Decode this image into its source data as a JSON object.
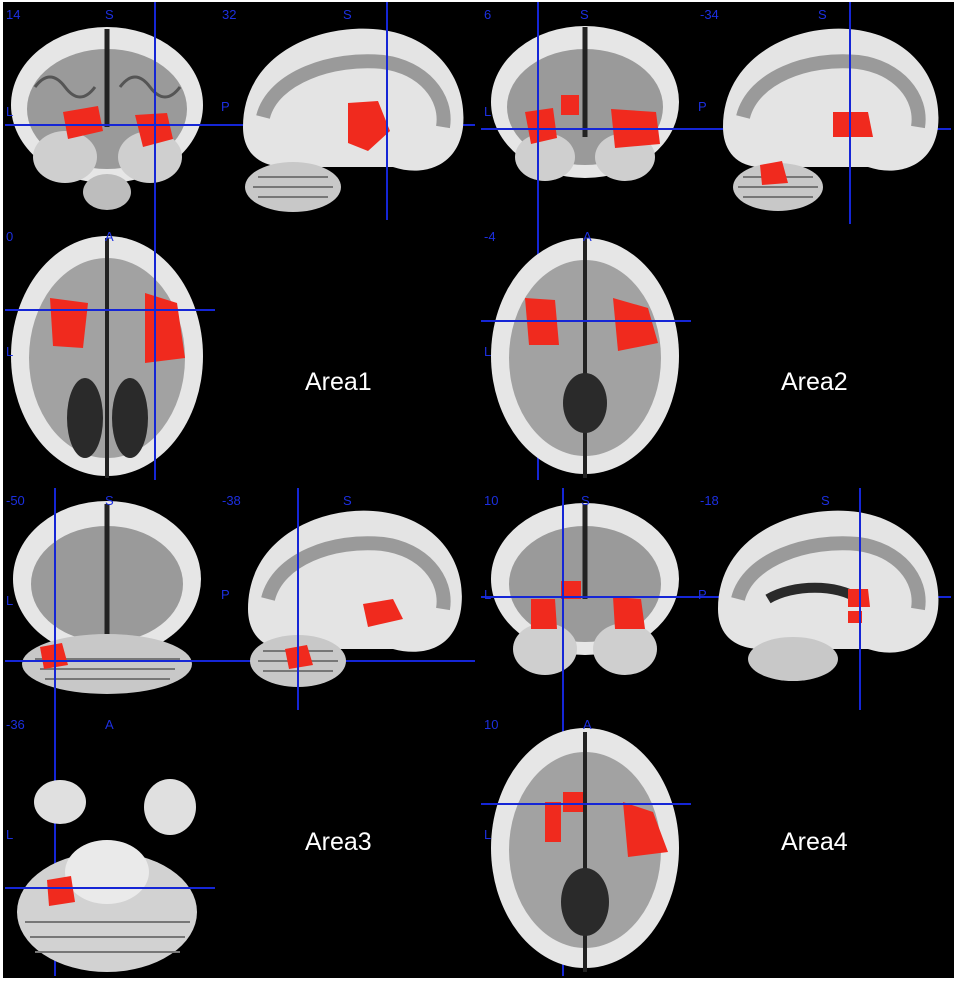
{
  "figure": {
    "areas": [
      {
        "label": "Area1",
        "panels": [
          {
            "view": "coronal",
            "slice": "14",
            "top": "S",
            "side": "L"
          },
          {
            "view": "sagittal",
            "slice": "32",
            "top": "S",
            "side": "P"
          },
          {
            "view": "axial",
            "slice": "0",
            "top": "A",
            "side": "L"
          }
        ]
      },
      {
        "label": "Area2",
        "panels": [
          {
            "view": "coronal",
            "slice": "6",
            "top": "S",
            "side": "L"
          },
          {
            "view": "sagittal",
            "slice": "-34",
            "top": "S",
            "side": "P"
          },
          {
            "view": "axial",
            "slice": "-4",
            "top": "A",
            "side": "L"
          }
        ]
      },
      {
        "label": "Area3",
        "panels": [
          {
            "view": "coronal",
            "slice": "-50",
            "top": "S",
            "side": "L"
          },
          {
            "view": "sagittal",
            "slice": "-38",
            "top": "S",
            "side": "P"
          },
          {
            "view": "axial",
            "slice": "-36",
            "top": "A",
            "side": "L"
          }
        ]
      },
      {
        "label": "Area4",
        "panels": [
          {
            "view": "coronal",
            "slice": "10",
            "top": "S",
            "side": "L"
          },
          {
            "view": "sagittal",
            "slice": "-18",
            "top": "S",
            "side": "P"
          },
          {
            "view": "axial",
            "slice": "10",
            "top": "A",
            "side": "L"
          }
        ]
      }
    ],
    "colors": {
      "background": "#000000",
      "crosshair": "#1526d6",
      "annotation": "#1c2fe0",
      "activation": "#f02a1e",
      "brain_white": "#e8e8e8",
      "brain_grey": "#8c8c8c",
      "area_label": "#ffffff"
    }
  }
}
